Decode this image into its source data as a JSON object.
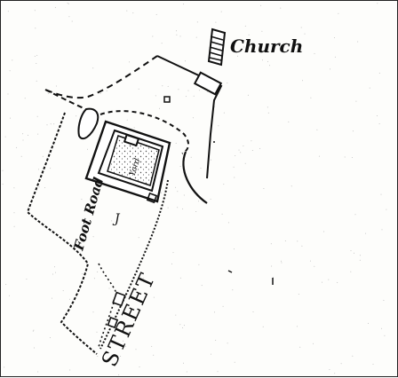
{
  "map": {
    "labels": {
      "church": "Church",
      "foot_road": "Foot Road",
      "street": "STREET",
      "inner_note": "Yard",
      "letter_j": "J"
    },
    "colors": {
      "ink": "#111111",
      "paper": "#fdfdfb"
    }
  }
}
